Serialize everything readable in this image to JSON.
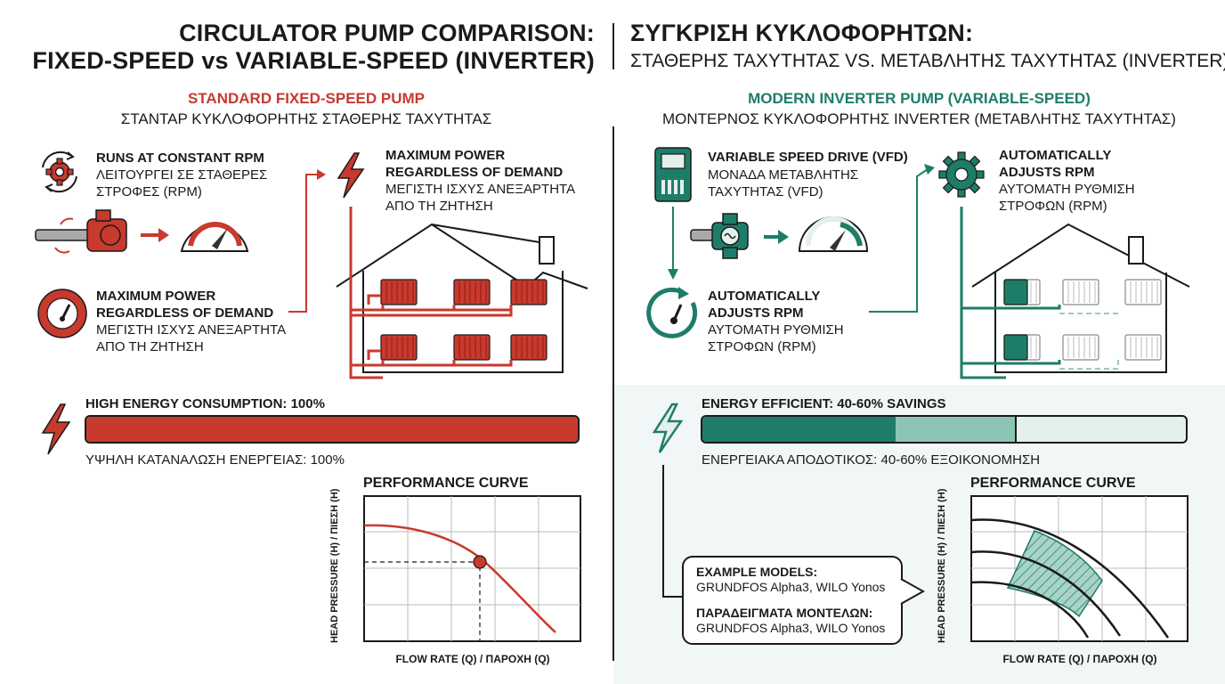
{
  "header": {
    "title_en_1": "CIRCULATOR PUMP COMPARISON:",
    "title_en_2": "FIXED-SPEED vs VARIABLE-SPEED (INVERTER)",
    "title_gr_1": "ΣΥΓΚΡΙΣΗ ΚΥΚΛΟΦΟΡΗΤΩΝ:",
    "title_gr_2": "ΣΤΑΘΕΡΗΣ ΤΑΧΥΤΗΤΑΣ VS. ΜΕΤΑΒΛΗΤΗΣ ΤΑΧΥΤΗΤΑΣ (INVERTER)"
  },
  "fixed": {
    "heading": "STANDARD FIXED-SPEED PUMP",
    "subheading": "ΣΤΑΝΤΑΡ ΚΥΚΛΟΦΟΡΗΤΗΣ ΣΤΑΘΕΡΗΣ ΤΑΧΥΤΗΤΑΣ",
    "item1_title": "RUNS AT CONSTANT RPM",
    "item1_gr_1": "ΛΕΙΤΟΥΡΓΕΙ ΣΕ ΣΤΑΘΕΡΕΣ",
    "item1_gr_2": "ΣΤΡΟΦΕΣ (RPM)",
    "item2_title_1": "MAXIMUM POWER",
    "item2_title_2": "REGARDLESS OF DEMAND",
    "item2_gr_1": "ΜΕΓΙΣΤΗ ΙΣΧΥΣ ΑΝΕΞΑΡΤΗΤΑ",
    "item2_gr_2": "ΑΠΟ ΤΗ ΖΗΤΗΣΗ",
    "house_title_1": "MAXIMUM POWER",
    "house_title_2": "REGARDLESS OF DEMAND",
    "house_gr_1": "ΜΕΓΙΣΤΗ ΙΣΧΥΣ ΑΝΕΞΑΡΤΗΤΑ",
    "house_gr_2": "ΑΠΟ ΤΗ ΖΗΤΗΣΗ",
    "energy_label": "HIGH ENERGY CONSUMPTION: 100%",
    "energy_label_gr": "ΥΨΗΛΗ ΚΑΤΑΝΑΛΩΣΗ ΕΝΕΡΓΕΙΑΣ: 100%",
    "energy_fraction": 1.0,
    "curve_title": "PERFORMANCE CURVE",
    "curve_x": "FLOW RATE (Q) / ΠΑΡΟΧΗ (Q)",
    "curve_y": "HEAD PRESSURE (H) / ΠΙΕΣΗ (H)"
  },
  "inverter": {
    "heading": "MODERN INVERTER PUMP (VARIABLE-SPEED)",
    "subheading": "ΜΟΝΤΕΡΝΟΣ ΚΥΚΛΟΦΟΡΗΤΗΣ INVERTER (ΜΕΤΑΒΛΗΤΗΣ ΤΑΧΥΤΗΤΑΣ)",
    "vfd_title": "VARIABLE SPEED DRIVE (VFD)",
    "vfd_gr_1": "ΜΟΝΑΔΑ ΜΕΤΑΒΛΗΤΗΣ",
    "vfd_gr_2": "ΤΑΧΥΤΗΤΑΣ (VFD)",
    "adj_title_1": "AUTOMATICALLY",
    "adj_title_2": "ADJUSTS RPM",
    "adj_gr_1": "ΑΥΤΟΜΑΤΗ ΡΥΘΜΙΣΗ",
    "adj_gr_2": "ΣΤΡΟΦΩΝ (RPM)",
    "house_title_1": "AUTOMATICALLY",
    "house_title_2": "ADJUSTS RPM",
    "house_gr_1": "ΑΥΤΟΜΑΤΗ ΡΥΘΜΙΣΗ",
    "house_gr_2": "ΣΤΡΟΦΩΝ (RPM)",
    "energy_label": "ENERGY EFFICIENT: 40-60% SAVINGS",
    "energy_label_gr": "ΕΝΕΡΓΕΙΑΚΑ ΑΠΟΔΟΤΙΚΟΣ: 40-60% ΕΞΟΙΚΟΝΟΜΗΣΗ",
    "energy_dark_fraction": 0.4,
    "energy_light_fraction": 0.6,
    "callout_title": "EXAMPLE MODELS:",
    "callout_models": "GRUNDFOS Alpha3, WILO Yonos",
    "callout_title_gr": "ΠΑΡΑΔΕΙΓΜΑΤΑ ΜΟΝΤΕΛΩΝ:",
    "callout_models_gr": "GRUNDFOS Alpha3, WILO Yonos",
    "curve_title": "PERFORMANCE CURVE",
    "curve_x": "FLOW RATE (Q) / ΠΑΡΟΧΗ (Q)",
    "curve_y": "HEAD PRESSURE (H) / ΠΙΕΣΗ (H)"
  },
  "colors": {
    "red": "#c8392e",
    "teal": "#1e7d68",
    "teal_light": "#8cc4b6",
    "teal_pale": "#e3f0ec"
  }
}
